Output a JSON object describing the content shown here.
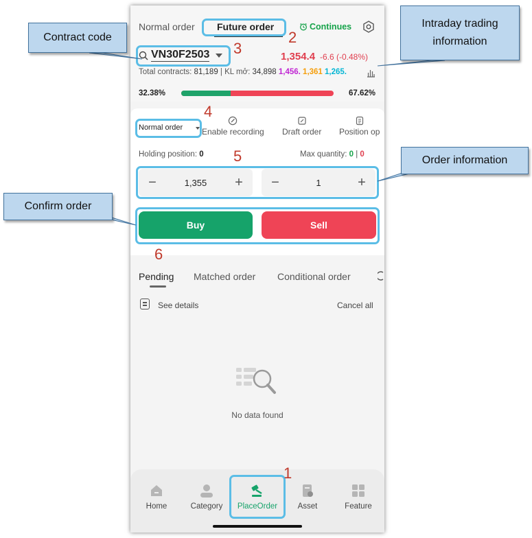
{
  "header": {
    "tab_normal": "Normal order",
    "tab_future": "Future order",
    "continues": "Continues"
  },
  "contract": {
    "code": "VN30F2503",
    "price": "1,354.4",
    "change": "-6.6 (-0.48%)",
    "total_label": "Total contracts: ",
    "total_value": "81,189",
    "kl_label": " | KL mở: ",
    "kl_value": "34,898",
    "ceiling": "1,456.",
    "reference": "1,361",
    "floor": "1,265."
  },
  "ratio": {
    "buy_pct_label": "32.38%",
    "sell_pct_label": "67.62%",
    "buy_fraction": 0.3238
  },
  "order_panel": {
    "order_type": "Normal order",
    "tool_recording": "Enable recording",
    "tool_draft": "Draft order",
    "tool_position": "Position op",
    "holding_label": "Holding position:",
    "holding_value": "0",
    "max_label": "Max quantity:",
    "max_buy": "0",
    "max_sep": "|",
    "max_sell": "0",
    "price_value": "1,355",
    "qty_value": "1",
    "minus": "−",
    "plus": "+",
    "buy_label": "Buy",
    "sell_label": "Sell"
  },
  "orders": {
    "tabs": [
      "Pending",
      "Matched order",
      "Conditional order"
    ],
    "see_details": "See details",
    "cancel_all": "Cancel all",
    "empty_text": "No data found"
  },
  "nav": {
    "items": [
      "Home",
      "Category",
      "PlaceOrder",
      "Asset",
      "Feature"
    ]
  },
  "annotations": {
    "callout_contract": "Contract code",
    "callout_intraday": "Intraday trading information",
    "callout_order_info": "Order information",
    "callout_confirm": "Confirm order",
    "n1": "1",
    "n2": "2",
    "n3": "3",
    "n4": "4",
    "n5": "5",
    "n6": "6"
  },
  "colors": {
    "buy": "#16a36a",
    "sell": "#ef4456",
    "highlight": "#5bbde6",
    "callout_fill": "#bdd7ee",
    "annotation_number": "#c0392b"
  }
}
